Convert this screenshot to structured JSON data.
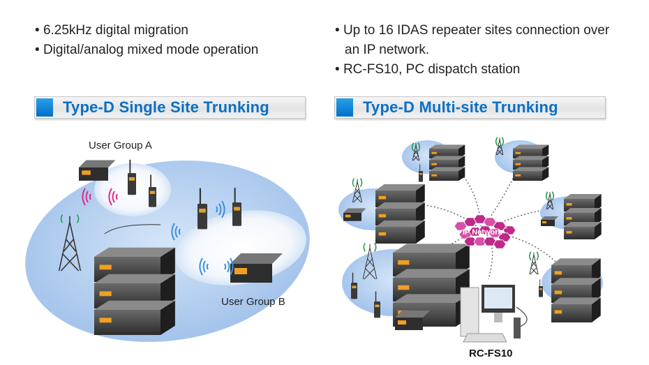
{
  "left": {
    "bullets": [
      "6.25kHz digital migration",
      "Digital/analog mixed mode operation"
    ],
    "header": "Type-D Single Site Trunking",
    "group_a": "User Group A",
    "group_b": "User Group B"
  },
  "right": {
    "bullets": [
      "Up to 16 IDAS repeater sites connection over an IP network.",
      "RC-FS10, PC dispatch station"
    ],
    "header": "Type-D Multi-site Trunking",
    "network_label": "IP Network",
    "network_mark": "*",
    "dispatch_label": "RC-FS10"
  },
  "colors": {
    "accent": "#0a6fc4",
    "site_fill": "#b9d3f2",
    "network": "#c0288a",
    "signal_magenta": "#e0288c",
    "signal_blue": "#3a8fe0"
  }
}
